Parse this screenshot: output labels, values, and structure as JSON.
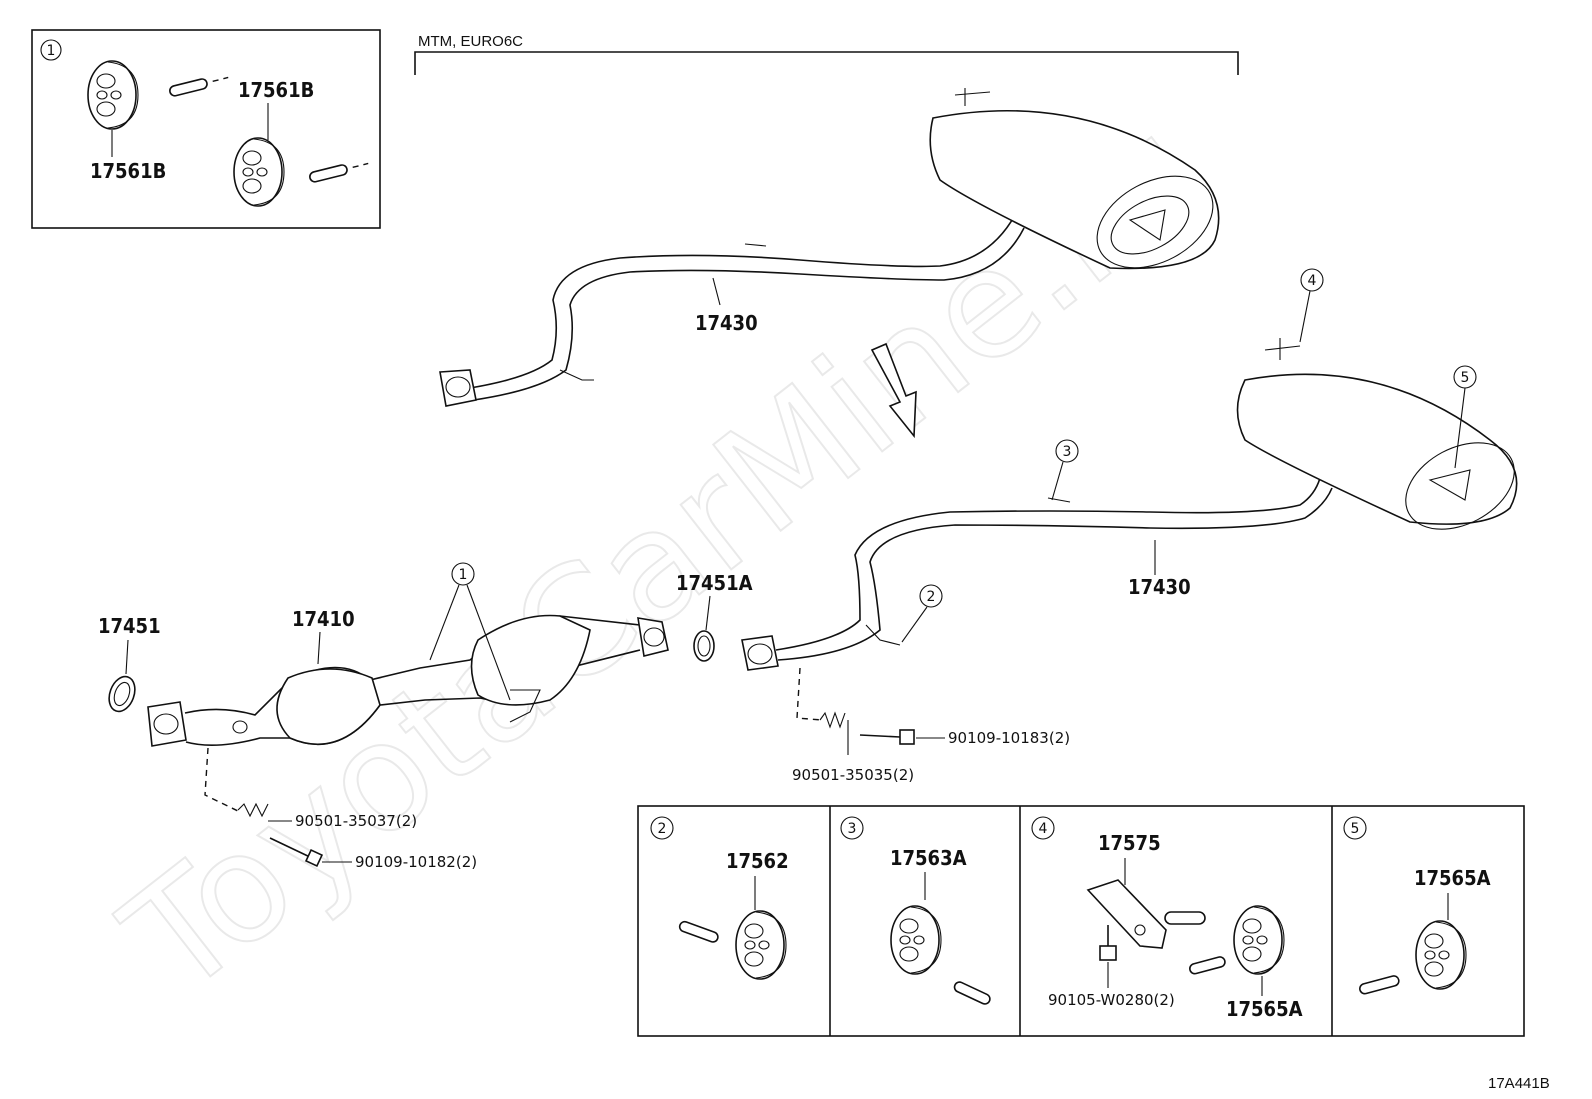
{
  "watermark": "ToyotaCarMine.ru",
  "header_note": "MTM, EURO6C",
  "figure_code": "17A441B",
  "parts": {
    "p17430_top": "17430",
    "p17430_bottom": "17430",
    "p17410": "17410",
    "p17451": "17451",
    "p17451A": "17451A",
    "p90501_35037": "90501-35037(2)",
    "p90109_10182": "90109-10182(2)",
    "p90501_35035": "90501-35035(2)",
    "p90109_10183": "90109-10183(2)"
  },
  "callouts": {
    "c1_main": "1",
    "c2_main": "2",
    "c3_main": "3",
    "c4_main": "4",
    "c5_main": "5"
  },
  "detail_boxes": {
    "box1": {
      "ref": "1",
      "label_a": "17561B",
      "label_b": "17561B"
    },
    "box2": {
      "ref": "2",
      "label": "17562"
    },
    "box3": {
      "ref": "3",
      "label": "17563A"
    },
    "box4": {
      "ref": "4",
      "label_a": "17575",
      "label_b": "90105-W0280(2)",
      "label_c": "17565A"
    },
    "box5": {
      "ref": "5",
      "label": "17565A"
    }
  }
}
